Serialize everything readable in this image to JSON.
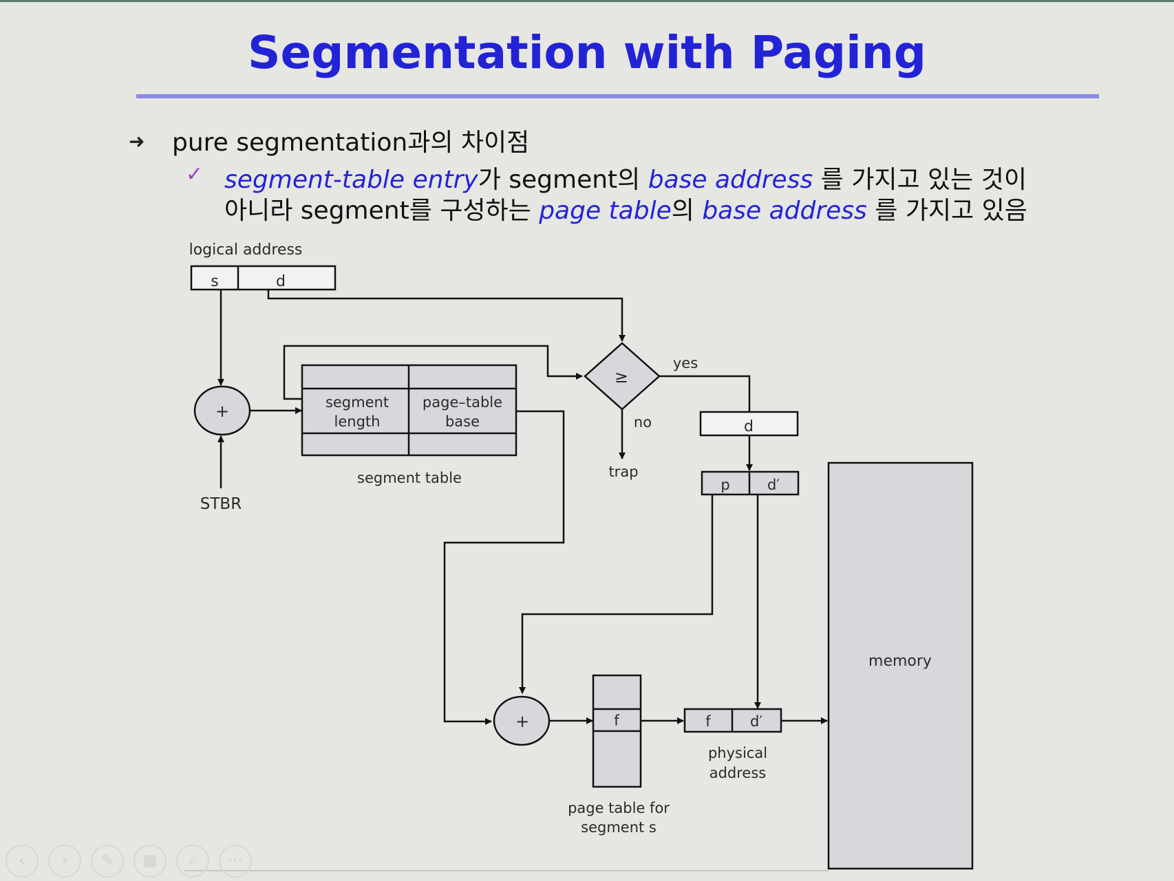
{
  "slide": {
    "title": "Segmentation with Paging",
    "bullet": "pure segmentation과의 차이점",
    "sub_line1": {
      "em1": "segment-table entry",
      "t1": "가 segment의 ",
      "em2": "base address",
      "t2": " 를 가지고 있는 것이"
    },
    "sub_line2": {
      "t1": "아니라 segment를 구성하는 ",
      "em1": "page table",
      "t2": "의 ",
      "em2": "base address",
      "t3": " 를 가지고 있음"
    }
  },
  "diagram": {
    "logical_address_label": "logical address",
    "s_field": "s",
    "d_field": "d",
    "adder_symbol": "+",
    "stbr_label": "STBR",
    "segment_length_line1": "segment",
    "segment_length_line2": "length",
    "page_table_base_line1": "page–table",
    "page_table_base_line2": "base",
    "segment_table_label": "segment table",
    "compare_symbol": "≥",
    "yes_label": "yes",
    "no_label": "no",
    "trap_label": "trap",
    "d_box": "d",
    "p_field": "p",
    "d_prime_field": "d′",
    "f_field": "f",
    "page_table_label_line1": "page table for",
    "page_table_label_line2": "segment s",
    "physical_address_line1": "physical",
    "physical_address_line2": "address",
    "memory_label": "memory"
  },
  "colors": {
    "title": "#2323d6",
    "emphasis": "#2323d6",
    "rule": "#8a8ae6",
    "box_fill": "#d8d8dc"
  },
  "toolbar_icons": [
    "back-icon",
    "forward-icon",
    "pen-icon",
    "grid-icon",
    "zoom-icon",
    "more-icon"
  ]
}
